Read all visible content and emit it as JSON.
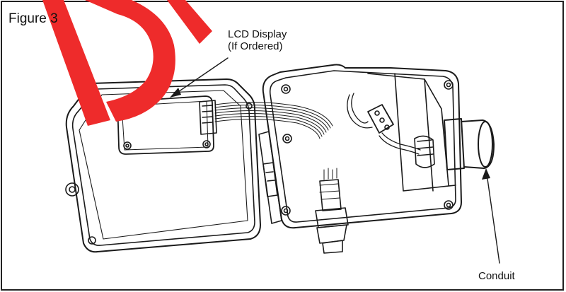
{
  "figure": {
    "title": "Figure 3",
    "callouts": {
      "lcd_line1": "LCD Display",
      "lcd_line2": "(If Ordered)",
      "conduit": "Conduit"
    },
    "watermark_text": "DRAFT",
    "colors": {
      "stroke": "#1a1a1a",
      "watermark": "#ee2b2b",
      "background": "#ffffff"
    }
  }
}
